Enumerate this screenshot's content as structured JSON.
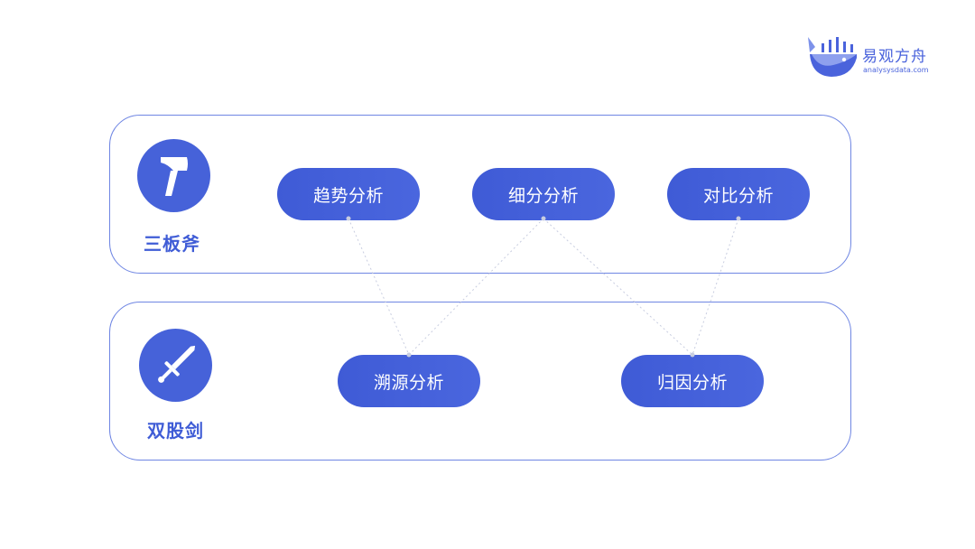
{
  "brand": {
    "name": "易观方舟",
    "url": "analysysdata.com",
    "icon": "whale-chart-logo",
    "color": "#4a63dc"
  },
  "colors": {
    "accent": "#4662d9",
    "border": "#6f86e3",
    "pill_text": "#ffffff",
    "connector": "#c8cde0"
  },
  "groups": [
    {
      "label": "三板斧",
      "icon": "axe-icon",
      "items": [
        "趋势分析",
        "细分分析",
        "对比分析"
      ]
    },
    {
      "label": "双股剑",
      "icon": "sword-icon",
      "items": [
        "溯源分析",
        "归因分析"
      ]
    }
  ],
  "connections": [
    [
      "趋势分析",
      "溯源分析"
    ],
    [
      "细分分析",
      "溯源分析"
    ],
    [
      "细分分析",
      "归因分析"
    ],
    [
      "对比分析",
      "归因分析"
    ]
  ]
}
